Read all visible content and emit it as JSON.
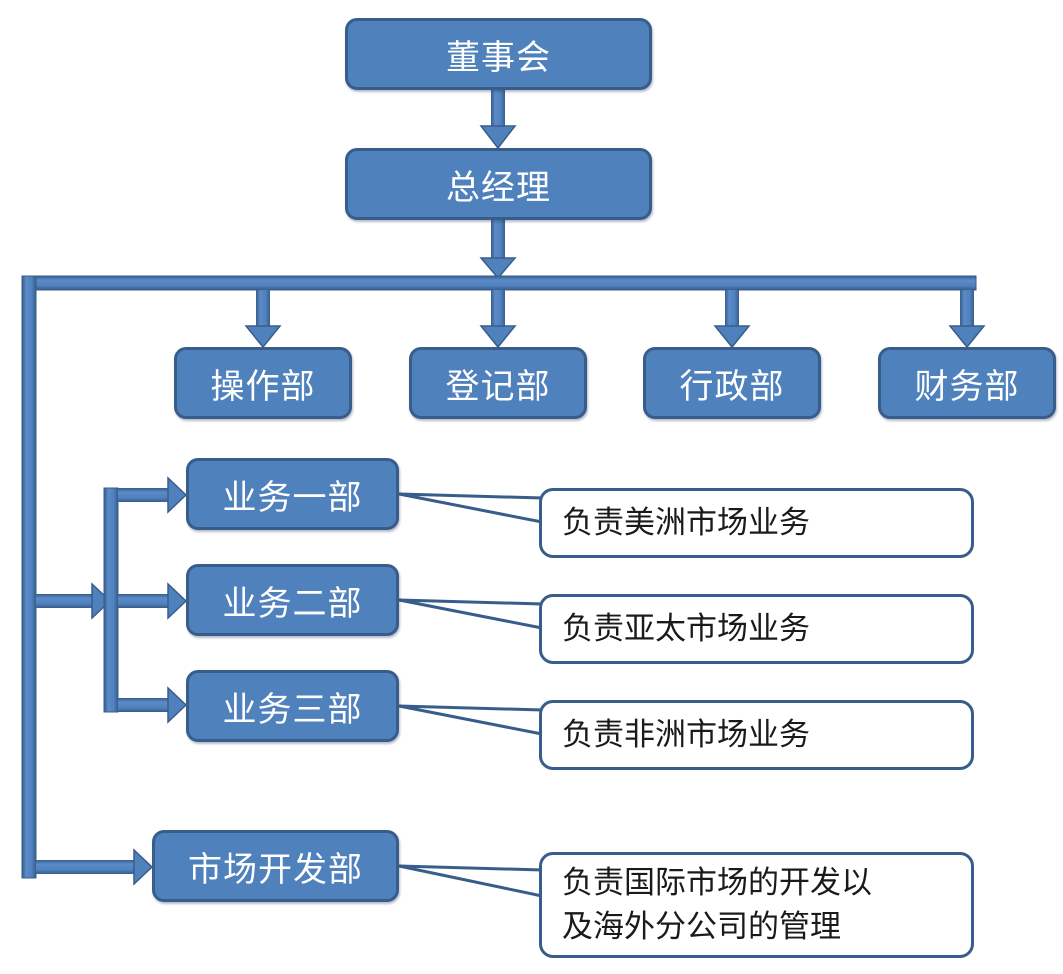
{
  "chart_title": "",
  "colors": {
    "node_fill": "#4f81bd",
    "node_border": "#385d8a",
    "connector": "#4f81bd",
    "connector_edge": "#385d8a",
    "callout_fill": "#ffffff",
    "node_text": "#ffffff",
    "callout_text": "#1a1a1a"
  },
  "nodes": {
    "board": "董事会",
    "general_manager": "总经理",
    "operations_dept": "操作部",
    "registration_dept": "登记部",
    "administration_dept": "行政部",
    "finance_dept": "财务部",
    "business_dept_1": "业务一部",
    "business_dept_2": "业务二部",
    "business_dept_3": "业务三部",
    "market_dev_dept": "市场开发部"
  },
  "callouts": {
    "business_dept_1": "负责美洲市场业务",
    "business_dept_2": "负责亚太市场业务",
    "business_dept_3": "负责非洲市场业务",
    "market_dev_dept": "负责国际市场的开发以\n及海外分公司的管理"
  },
  "relations": [
    {
      "from": "董事会",
      "to": "总经理"
    },
    {
      "from": "总经理",
      "to": "操作部"
    },
    {
      "from": "总经理",
      "to": "登记部"
    },
    {
      "from": "总经理",
      "to": "行政部"
    },
    {
      "from": "总经理",
      "to": "财务部"
    },
    {
      "from": "总经理",
      "to": "业务一部"
    },
    {
      "from": "总经理",
      "to": "业务二部"
    },
    {
      "from": "总经理",
      "to": "业务三部"
    },
    {
      "from": "总经理",
      "to": "市场开发部"
    }
  ]
}
